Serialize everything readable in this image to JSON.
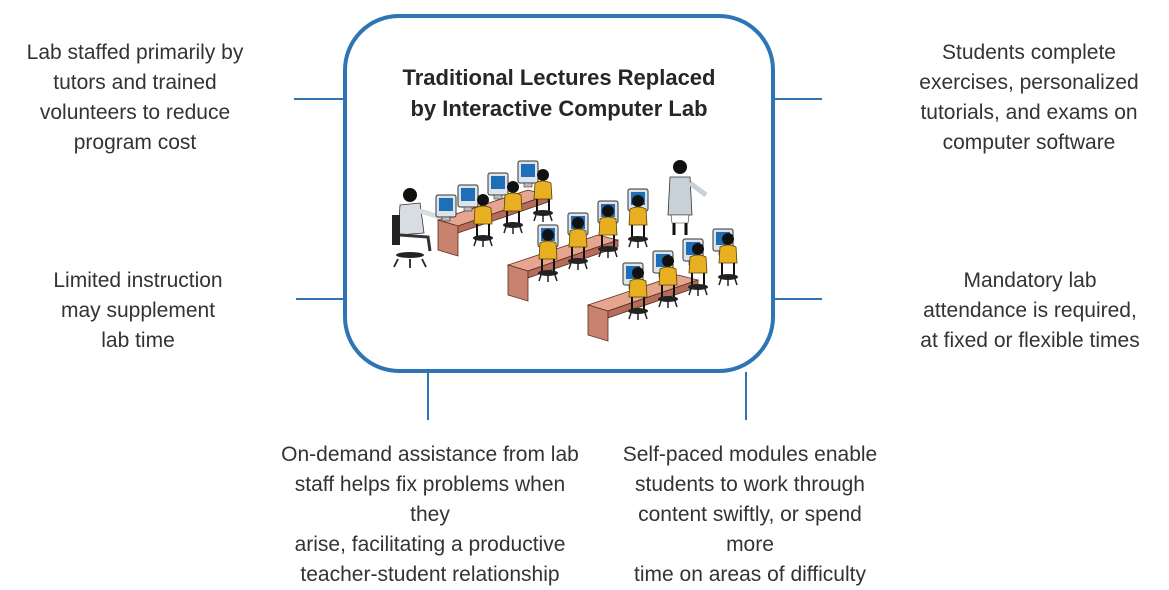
{
  "title_line1": "Traditional Lectures Replaced",
  "title_line2": "by Interactive Computer Lab",
  "notes": {
    "top_left": [
      "Lab staffed primarily by",
      "tutors and trained",
      "volunteers to reduce",
      "program cost"
    ],
    "mid_left": [
      "Limited instruction",
      "may supplement",
      "lab time"
    ],
    "top_right": [
      "Students complete",
      "exercises, personalized",
      "tutorials, and exams on",
      "computer software"
    ],
    "mid_right": [
      "Mandatory lab",
      "attendance is required,",
      "at fixed or flexible times"
    ],
    "bottom_left": [
      "On-demand assistance from lab",
      "staff helps fix problems when they",
      "arise,  facilitating a productive",
      "teacher-student relationship"
    ],
    "bottom_right": [
      "Self-paced modules enable",
      "students to work through",
      "content swiftly, or spend more",
      "time on areas of difficulty"
    ]
  },
  "colors": {
    "border": "#2e75b6",
    "connector": "#2e75b6",
    "student_shirt": "#e8b020",
    "desk": "#c9826f"
  },
  "illustration": "computer-lab-clipart"
}
